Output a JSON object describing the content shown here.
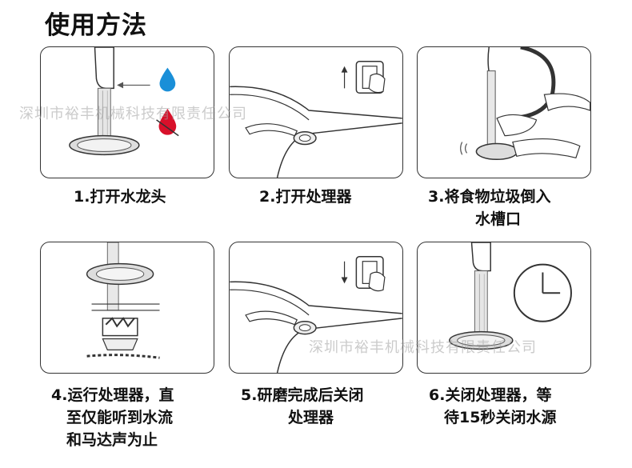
{
  "title": "使用方法",
  "watermark": "深圳市裕丰机械科技有限责任公司",
  "steps": [
    {
      "lines": [
        "1.打开水龙头"
      ]
    },
    {
      "lines": [
        "2.打开处理器"
      ]
    },
    {
      "lines": [
        "3.将食物垃圾倒入",
        "水槽口"
      ]
    },
    {
      "lines": [
        "4.运行处理器，直",
        "至仅能听到水流",
        "和马达声为止"
      ]
    },
    {
      "lines": [
        "5.研磨完成后关闭",
        "处理器"
      ]
    },
    {
      "lines": [
        "6.关闭处理器，等",
        "待15秒关闭水源"
      ]
    }
  ],
  "colors": {
    "water_drop": "#1a8fd8",
    "hot_drop": "#d8102a",
    "outline": "#333333"
  }
}
